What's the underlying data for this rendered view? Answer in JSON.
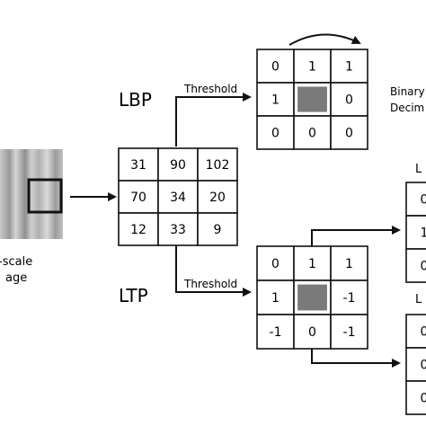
{
  "input": {
    "caption_line1": "-scale",
    "caption_line2": "age"
  },
  "center_grid": {
    "values": [
      [
        "31",
        "90",
        "102"
      ],
      [
        "70",
        "34",
        "20"
      ],
      [
        "12",
        "33",
        "9"
      ]
    ]
  },
  "lbp": {
    "label": "LBP",
    "arrow_label": "Threshold",
    "values": [
      [
        "0",
        "1",
        "1"
      ],
      [
        "1",
        "",
        "0"
      ],
      [
        "0",
        "0",
        "0"
      ]
    ],
    "side_text_line1": "Binary",
    "side_text_line2": "Decim"
  },
  "ltp": {
    "label": "LTP",
    "arrow_label": "Threshold",
    "values": [
      [
        "0",
        "1",
        "1"
      ],
      [
        "1",
        "",
        "-1"
      ],
      [
        "-1",
        "0",
        "-1"
      ]
    ]
  },
  "right_partial": {
    "upper_label": "L",
    "upper_values": [
      "0",
      "1",
      "0"
    ],
    "lower_label": "L",
    "lower_values": [
      "0",
      "0",
      "0"
    ]
  },
  "colors": {
    "center_fill": "#7a7a7a",
    "line": "#111111"
  }
}
